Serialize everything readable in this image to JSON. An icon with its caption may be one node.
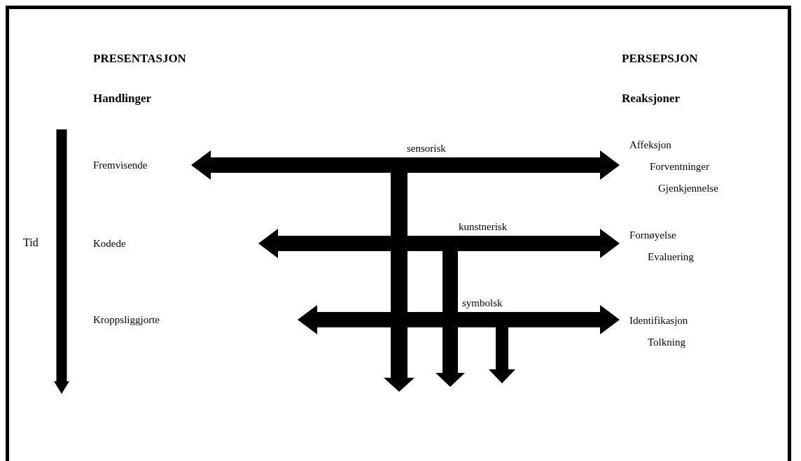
{
  "diagram": {
    "nodes": [
      {
        "text": [
          "Fremvisende"
        ]
      },
      {
        "text": [
          "Kodede"
        ]
      },
      {
        "text": [
          "Kroppsliggjorte"
        ]
      },
      {
        "text": [
          "Affeksjon",
          "Forventninger",
          "Gjenkjennelse"
        ]
      },
      {
        "text": [
          "Fornøyelse",
          "Evaluering"
        ]
      },
      {
        "text": [
          "Identifikasjon",
          "Tolkning"
        ]
      }
    ],
    "edges": [
      {
        "from": 0,
        "to": 3,
        "arrow": "both",
        "label": "sensorisk"
      },
      {
        "from": 1,
        "to": 4,
        "arrow": "both",
        "label": "kunstnerisk"
      },
      {
        "from": 2,
        "to": 5,
        "arrow": "both",
        "label": "symbolsk"
      }
    ],
    "labels": [
      "PRESENTASJON",
      "PERSEPSJON",
      "Handlinger",
      "Reaksjoner",
      "Tid"
    ]
  }
}
